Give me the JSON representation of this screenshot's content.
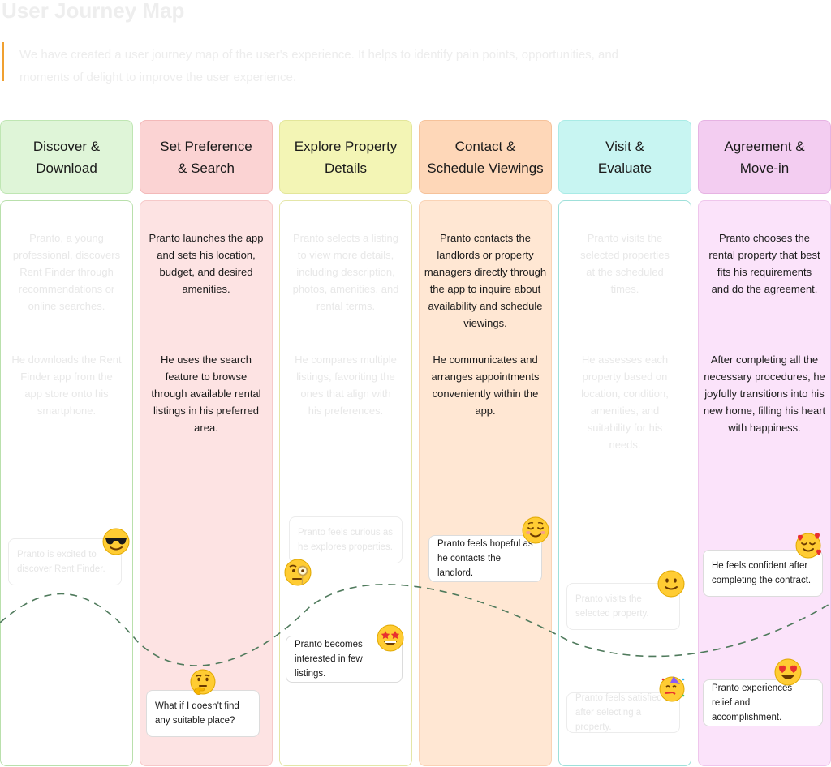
{
  "title": "User Journey Map",
  "subtitle": "We have created a user journey map of the user's experience. It helps to identify pain points, opportunities, and moments of delight to improve the user experience.",
  "stages": [
    {
      "header": "Discover & Download",
      "header_color": "#dff5d8",
      "header_border": "#bfe6b3",
      "body_color": "#ffffff",
      "body_border": "#b9e0ac",
      "faint": true,
      "p1": "Pranto, a young professional, discovers Rent Finder through recommendations or online searches.",
      "p2": "He downloads the Rent Finder app from the app store onto his smartphone.",
      "card": "Pranto is excited to discover Rent Finder.",
      "emoji": "sunglasses-face-icon"
    },
    {
      "header": "Set Preference & Search",
      "header_color": "#fbd3d3",
      "header_border": "#f3b9b9",
      "body_color": "#fde3e3",
      "body_border": "#f6c9c9",
      "faint": false,
      "p1": "Pranto launches the app and sets his location, budget, and desired amenities.",
      "p2": "He uses the search feature to browse through available rental listings in his preferred area.",
      "card": "What if I doesn't find any suitable place?",
      "emoji": "thinking-face-icon"
    },
    {
      "header": "Explore Property Details",
      "header_color": "#f3f5b5",
      "header_border": "#e3e69a",
      "body_color": "#ffffff",
      "body_border": "#e4e6a8",
      "faint": true,
      "p1": "Pranto selects a listing to view more details, including description, photos, amenities, and rental terms.",
      "p2": "He compares multiple listings, favoriting the ones that align with his preferences.",
      "card": "Pranto feels curious as he explores properties.",
      "card2": "Pranto becomes interested in few listings.",
      "emoji": "monocle-face-icon",
      "emoji2": "star-struck-face-icon"
    },
    {
      "header": "Contact & Schedule Viewings",
      "header_color": "#fed7b8",
      "header_border": "#f6c29a",
      "body_color": "#ffe7d3",
      "body_border": "#fad3b5",
      "faint": false,
      "p1": "Pranto contacts the landlords or property managers directly through the app to inquire about availability and schedule viewings.",
      "p2": "He communicates and arranges appointments conveniently within the app.",
      "card": "Pranto feels hopeful as he contacts the landlord.",
      "emoji": "smiling-face-icon"
    },
    {
      "header": "Visit & Evaluate",
      "header_color": "#c8f5f2",
      "header_border": "#a9ebe6",
      "body_color": "#ffffff",
      "body_border": "#9fe0da",
      "faint": true,
      "p1": "Pranto visits the selected properties at the scheduled times.",
      "p2": "He assesses each property based on location, condition, amenities, and suitability for his needs.",
      "card": "Pranto visits the selected property.",
      "card2": "Pranto feels satisfied after selecting a property.",
      "emoji": "slightly-smiling-face-icon",
      "emoji2": "partying-face-icon"
    },
    {
      "header": "Agreement & Move-in",
      "header_color": "#f3cdf1",
      "header_border": "#e6b3e3",
      "body_color": "#fbe3fa",
      "body_border": "#efc6ec",
      "faint": false,
      "p1": "Pranto chooses the rental property that best fits his requirements and do the agreement.",
      "p2": "After completing all the necessary procedures, he joyfully transitions into his new home, filling his heart with happiness.",
      "card": "He feels confident after completing the contract.",
      "card2": "Pranto experiences relief and accomplishment.",
      "emoji": "smiling-face-with-hearts-icon",
      "emoji2": "heart-eyes-face-icon"
    }
  ]
}
